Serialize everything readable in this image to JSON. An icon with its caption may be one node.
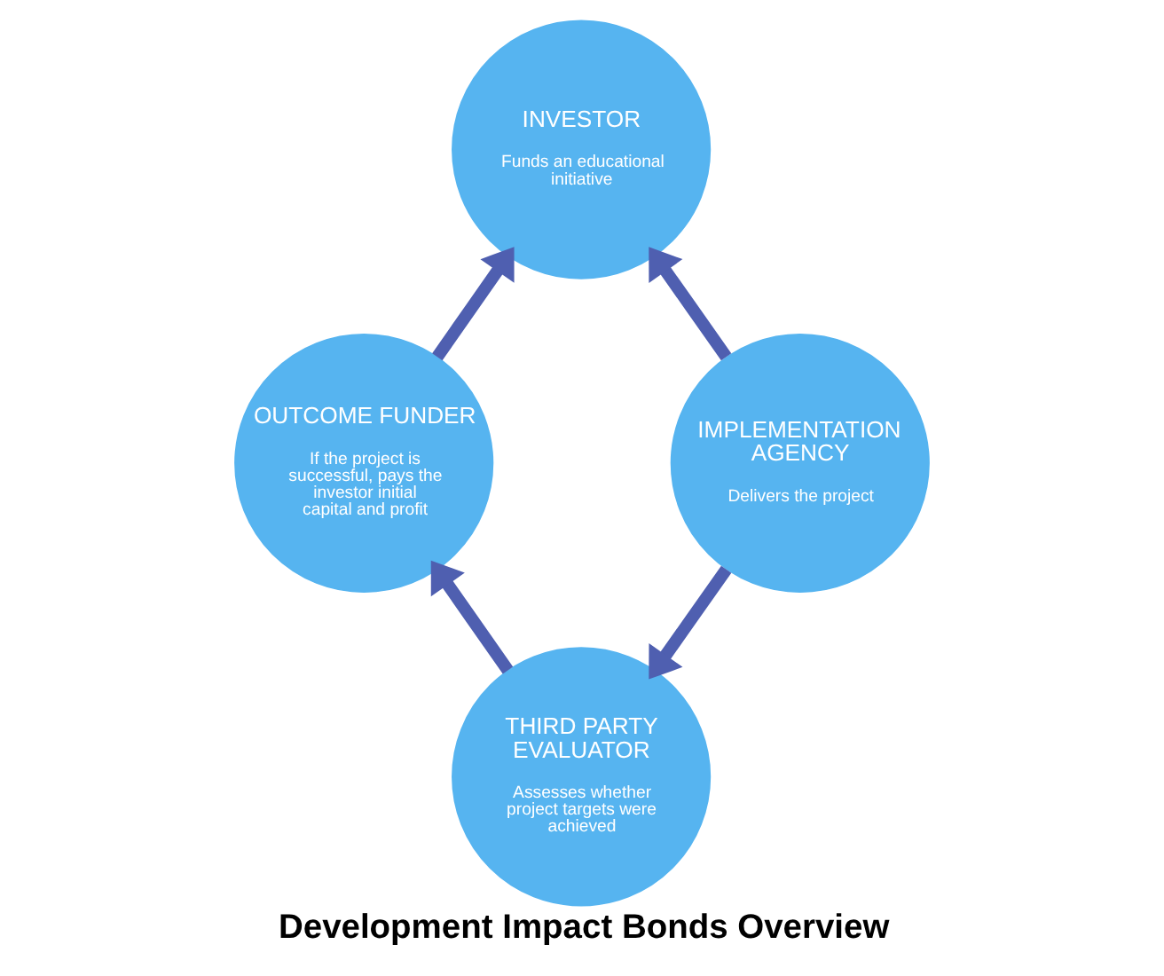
{
  "diagram": {
    "title": "Development Impact Bonds Overview",
    "nodes": [
      {
        "text": [
          "INVESTOR",
          "Funds an educational initiative"
        ]
      },
      {
        "text": [
          "OUTCOME FUNDER",
          "If the project is successful, pays the investor initial capital and profit"
        ]
      },
      {
        "text": [
          "IMPLEMENTATION AGENCY",
          "Delivers the project"
        ]
      },
      {
        "text": [
          "THIRD PARTY EVALUATOR",
          "Assesses whether project targets were achieved"
        ]
      }
    ],
    "edges": [
      {
        "from": 1,
        "to": 0,
        "arrow": "to"
      },
      {
        "from": 2,
        "to": 0,
        "arrow": "to"
      },
      {
        "from": 2,
        "to": 3,
        "arrow": "to"
      },
      {
        "from": 3,
        "to": 1,
        "arrow": "to"
      }
    ]
  }
}
